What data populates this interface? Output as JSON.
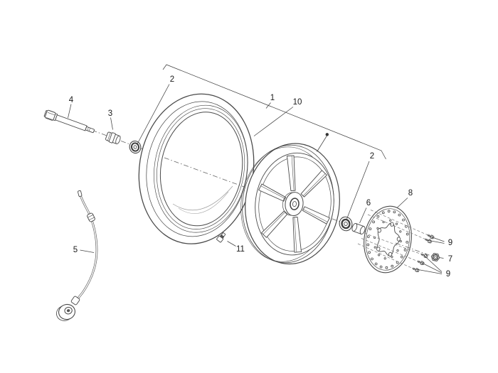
{
  "figure": {
    "type": "exploded-parts-diagram",
    "subject": "front-wheel-assembly",
    "background_color": "#ffffff",
    "line_color": "#4a4a4a",
    "label_color": "#1a1a1a",
    "callouts": {
      "c1": {
        "label": "1"
      },
      "c2_left": {
        "label": "2"
      },
      "c2_right": {
        "label": "2"
      },
      "c3": {
        "label": "3"
      },
      "c4": {
        "label": "4"
      },
      "c5": {
        "label": "5"
      },
      "c6": {
        "label": "6"
      },
      "c7": {
        "label": "7"
      },
      "c8": {
        "label": "8"
      },
      "c9_top": {
        "label": "9"
      },
      "c9_bottom": {
        "label": "9"
      },
      "c10": {
        "label": "10"
      },
      "c11": {
        "label": "11"
      }
    }
  }
}
